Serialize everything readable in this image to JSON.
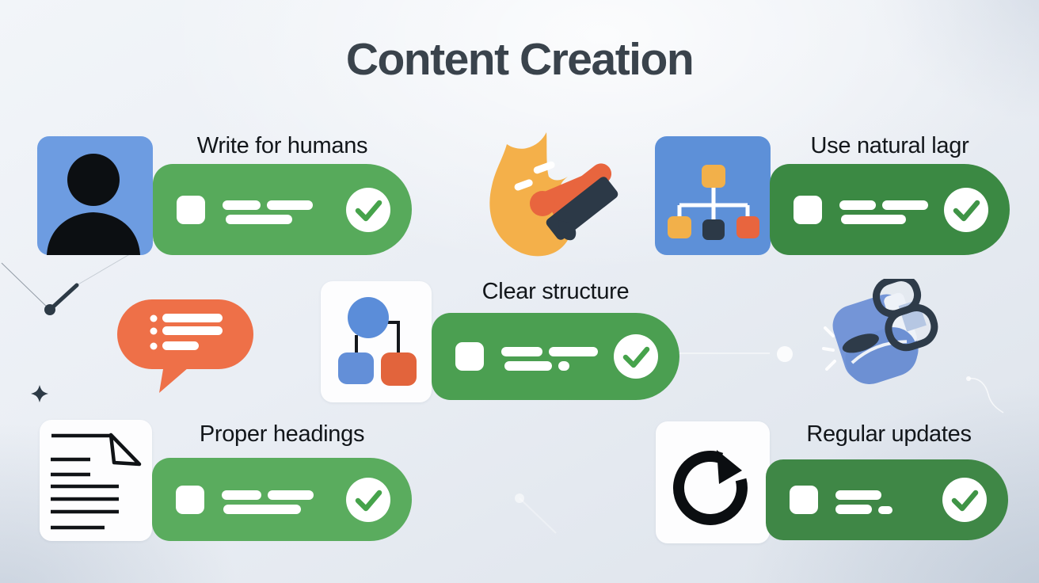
{
  "title": "Content Creation",
  "items": [
    {
      "id": "write-for-humans",
      "label": "Write for humans",
      "icon": "person-icon",
      "status": "checked"
    },
    {
      "id": "use-natural-language",
      "label": "Use natural lagr",
      "icon": "sitemap-icon",
      "status": "checked"
    },
    {
      "id": "clear-structure",
      "label": "Clear structure",
      "icon": "flowchart-icon",
      "status": "checked"
    },
    {
      "id": "proper-headings",
      "label": "Proper headings",
      "icon": "document-icon",
      "status": "checked"
    },
    {
      "id": "regular-updates",
      "label": "Regular updates",
      "icon": "refresh-icon",
      "status": "checked"
    }
  ],
  "decorative_icons": [
    "flame-icon",
    "stamp-icon",
    "speech-bubble-icon",
    "backpack-icon",
    "sparkle-icon",
    "needle-lines",
    "light-streaks"
  ],
  "colors": {
    "background_top": "#f2f5f9",
    "background_bottom": "#dde3eb",
    "title_text": "#3a434c",
    "label_text": "#12161a",
    "green_light": "#57aa5b",
    "green_medium": "#4b9f51",
    "green_dark": "#3b8943",
    "green_deep": "#3f8746",
    "check_green": "#46a34b",
    "blue_card": "#6d9ce1",
    "blue_card_dark": "#5d90d8",
    "flowchart_blue": "#5b8dd9",
    "orange": "#ee7048",
    "orange_deep": "#e2643c",
    "yellow": "#f2b04a",
    "navy": "#2d3a47",
    "icon_black": "#0d1013",
    "white": "#ffffff"
  }
}
